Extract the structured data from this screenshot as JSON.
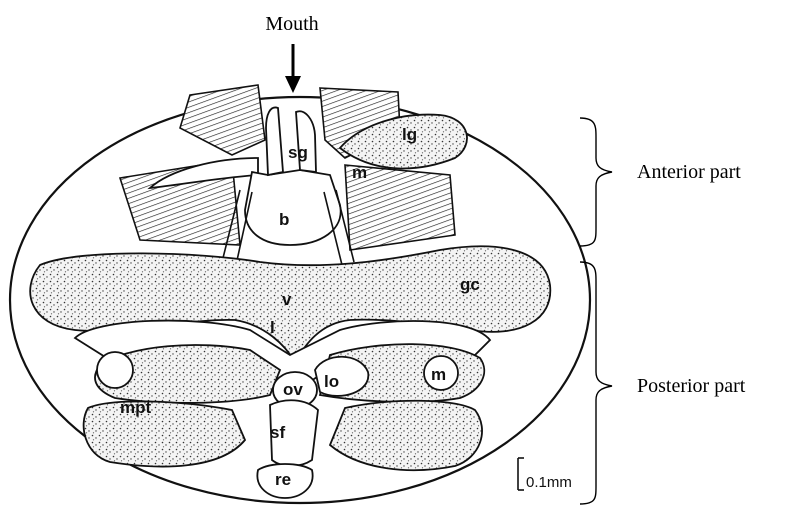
{
  "top_label": "Mouth",
  "parts": {
    "anterior": "Anterior part",
    "posterior": "Posterior part"
  },
  "structures": {
    "sg": "sg",
    "lg": "lg",
    "m_upper": "m",
    "b": "b",
    "gc": "gc",
    "v": "v",
    "l": "l",
    "lo": "lo",
    "m_lower": "m",
    "ov": "ov",
    "mpt": "mpt",
    "sf": "sf",
    "re": "re"
  },
  "scale_bar": "0.1mm"
}
